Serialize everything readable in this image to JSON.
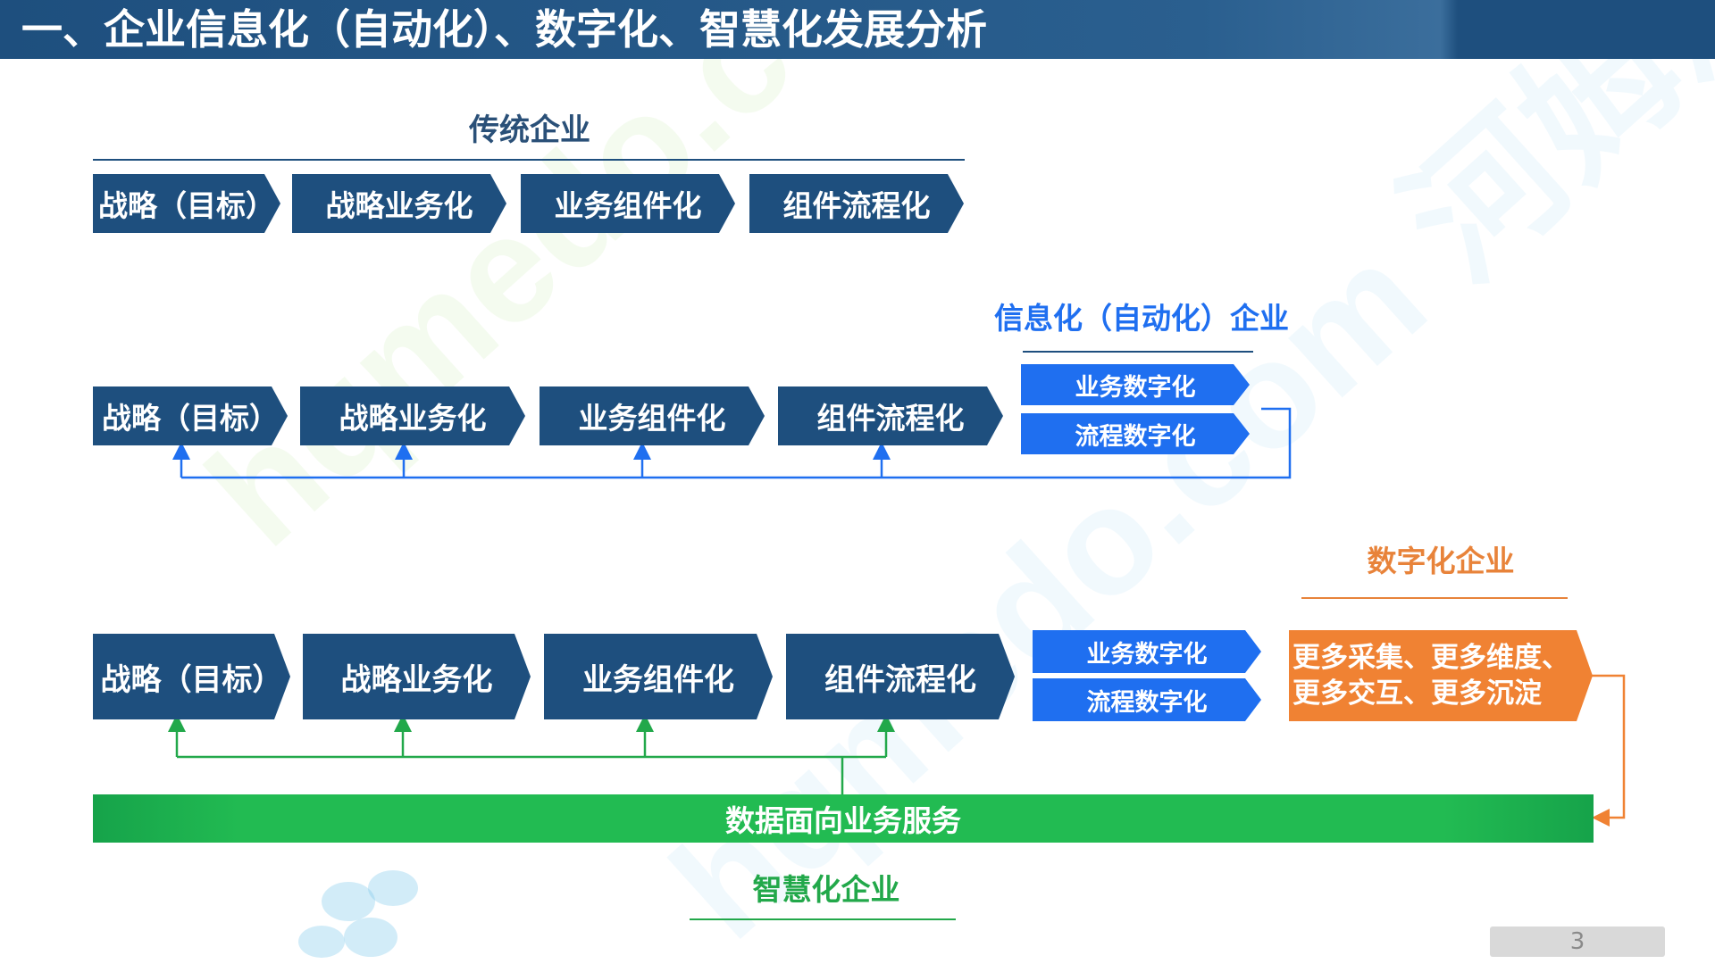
{
  "title": "一、企业信息化（自动化）、数字化、智慧化发展分析",
  "sections": {
    "traditional": {
      "label": "传统企业",
      "steps": [
        "战略（目标）",
        "战略业务化",
        "业务组件化",
        "组件流程化"
      ]
    },
    "informatization": {
      "label": "信息化（自动化）企业",
      "steps": [
        "战略（目标）",
        "战略业务化",
        "业务组件化",
        "组件流程化"
      ],
      "digital": [
        "业务数字化",
        "流程数字化"
      ]
    },
    "digital": {
      "label": "数字化企业",
      "steps": [
        "战略（目标）",
        "战略业务化",
        "业务组件化",
        "组件流程化"
      ],
      "digital": [
        "业务数字化",
        "流程数字化"
      ],
      "more": "更多采集、更多维度、更多交互、更多沉淀"
    },
    "smart": {
      "label": "智慧化企业",
      "data_bar": "数据面向业务服务"
    }
  },
  "page_number": "3",
  "watermark": "hqmedo.com 河姆渡",
  "colors": {
    "navy": "#1e4f7e",
    "blue": "#1f6ff0",
    "orange": "#f08233",
    "green": "#22bb52"
  }
}
